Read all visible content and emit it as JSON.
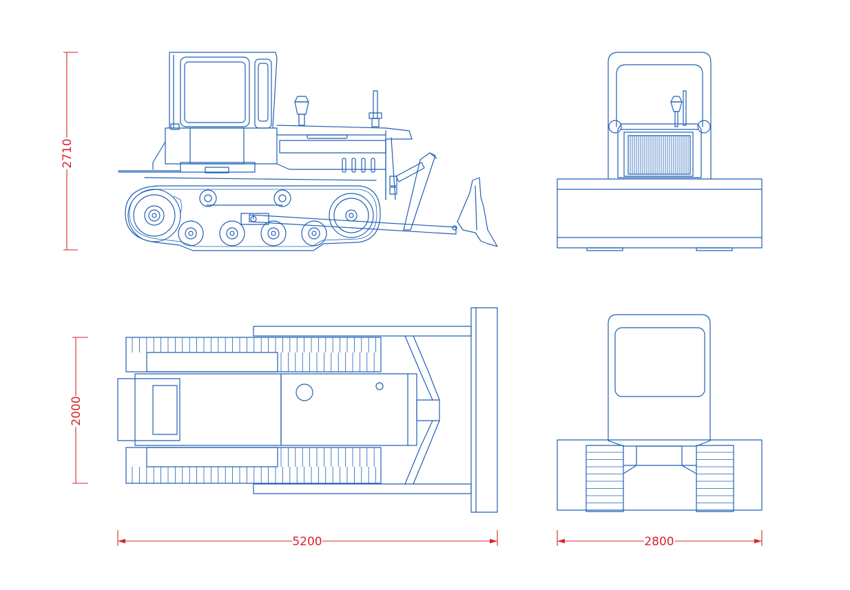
{
  "colors": {
    "line": "#1f5fb4",
    "dimension": "#d8232a",
    "background": "#ffffff"
  },
  "dimensions": {
    "height": "2710",
    "width_top": "2000",
    "length": "5200",
    "width_front": "2800"
  }
}
